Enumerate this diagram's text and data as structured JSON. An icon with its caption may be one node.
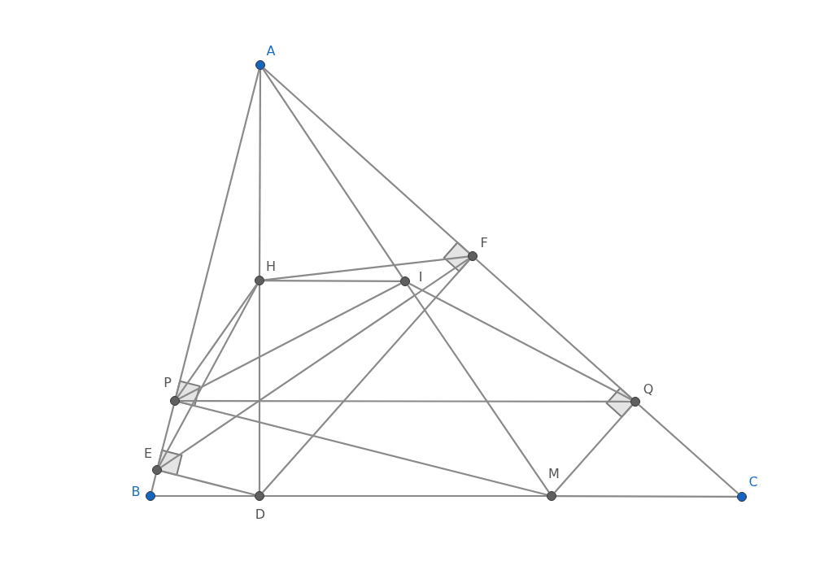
{
  "diagram": {
    "nodes": [
      {
        "text": [
          "A"
        ]
      },
      {
        "text": [
          "H"
        ]
      },
      {
        "text": [
          "F"
        ]
      },
      {
        "text": [
          "I"
        ]
      },
      {
        "text": [
          "P"
        ]
      },
      {
        "text": [
          "Q"
        ]
      },
      {
        "text": [
          "E"
        ]
      },
      {
        "text": [
          "B"
        ]
      },
      {
        "text": [
          "D"
        ]
      },
      {
        "text": [
          "M"
        ]
      },
      {
        "text": [
          "C"
        ]
      }
    ],
    "edges": [
      {
        "from": 0,
        "to": 1,
        "arrow": "none"
      },
      {
        "from": 1,
        "to": 8,
        "arrow": "none"
      },
      {
        "from": 0,
        "to": 4,
        "arrow": "none"
      },
      {
        "from": 4,
        "to": 6,
        "arrow": "none"
      },
      {
        "from": 6,
        "to": 7,
        "arrow": "none"
      },
      {
        "from": 0,
        "to": 2,
        "arrow": "none"
      },
      {
        "from": 2,
        "to": 5,
        "arrow": "none"
      },
      {
        "from": 5,
        "to": 10,
        "arrow": "none"
      },
      {
        "from": 7,
        "to": 8,
        "arrow": "none"
      },
      {
        "from": 8,
        "to": 9,
        "arrow": "none"
      },
      {
        "from": 9,
        "to": 10,
        "arrow": "none"
      },
      {
        "from": 0,
        "to": 3,
        "arrow": "none"
      },
      {
        "from": 3,
        "to": 9,
        "arrow": "none"
      },
      {
        "from": 1,
        "to": 3,
        "arrow": "none"
      },
      {
        "from": 1,
        "to": 2,
        "arrow": "none"
      },
      {
        "from": 1,
        "to": 4,
        "arrow": "none"
      },
      {
        "from": 1,
        "to": 6,
        "arrow": "none"
      },
      {
        "from": 4,
        "to": 3,
        "arrow": "none"
      },
      {
        "from": 4,
        "to": 5,
        "arrow": "none"
      },
      {
        "from": 4,
        "to": 9,
        "arrow": "none"
      },
      {
        "from": 6,
        "to": 2,
        "arrow": "none"
      },
      {
        "from": 6,
        "to": 8,
        "arrow": "none"
      },
      {
        "from": 8,
        "to": 2,
        "arrow": "none"
      },
      {
        "from": 3,
        "to": 5,
        "arrow": "none"
      },
      {
        "from": 5,
        "to": 9,
        "arrow": "none"
      }
    ]
  }
}
